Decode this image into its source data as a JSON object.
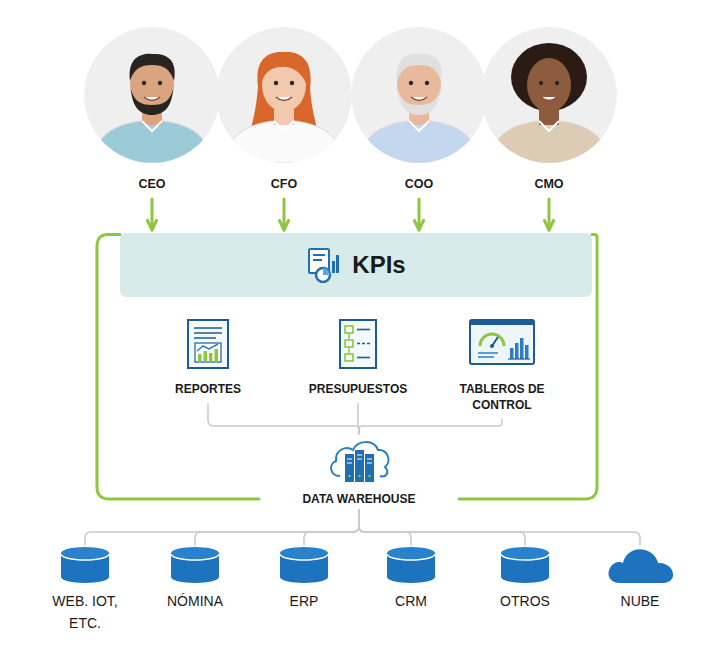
{
  "diagram": {
    "nodes": [
      {
        "text": [
          "CEO"
        ]
      },
      {
        "text": [
          "CFO"
        ]
      },
      {
        "text": [
          "COO"
        ]
      },
      {
        "text": [
          "CMO"
        ]
      },
      {
        "text": [
          "KPIs"
        ]
      },
      {
        "text": [
          "REPORTES"
        ]
      },
      {
        "text": [
          "PRESUPUESTOS"
        ]
      },
      {
        "text": [
          "TABLEROS DE CONTROL"
        ]
      },
      {
        "text": [
          "DATA WAREHOUSE"
        ]
      },
      {
        "text": [
          "WEB. IOT, ETC."
        ]
      },
      {
        "text": [
          "NÓMINA"
        ]
      },
      {
        "text": [
          "ERP"
        ]
      },
      {
        "text": [
          "CRM"
        ]
      },
      {
        "text": [
          "OTROS"
        ]
      },
      {
        "text": [
          "NUBE"
        ]
      }
    ],
    "edges": [
      {
        "from": 0,
        "to": 4,
        "arrow": "to"
      },
      {
        "from": 1,
        "to": 4,
        "arrow": "to"
      },
      {
        "from": 2,
        "to": 4,
        "arrow": "to"
      },
      {
        "from": 3,
        "to": 4,
        "arrow": "to"
      },
      {
        "from": 4,
        "to": 8,
        "arrow": "none"
      },
      {
        "from": 4,
        "to": 8,
        "arrow": "none"
      },
      {
        "from": 5,
        "to": 8,
        "arrow": "none"
      },
      {
        "from": 6,
        "to": 8,
        "arrow": "none"
      },
      {
        "from": 7,
        "to": 8,
        "arrow": "none"
      },
      {
        "from": 8,
        "to": 9,
        "arrow": "none"
      },
      {
        "from": 8,
        "to": 10,
        "arrow": "none"
      },
      {
        "from": 8,
        "to": 11,
        "arrow": "none"
      },
      {
        "from": 8,
        "to": 12,
        "arrow": "none"
      },
      {
        "from": 8,
        "to": 13,
        "arrow": "none"
      },
      {
        "from": 8,
        "to": 14,
        "arrow": "none"
      }
    ]
  }
}
